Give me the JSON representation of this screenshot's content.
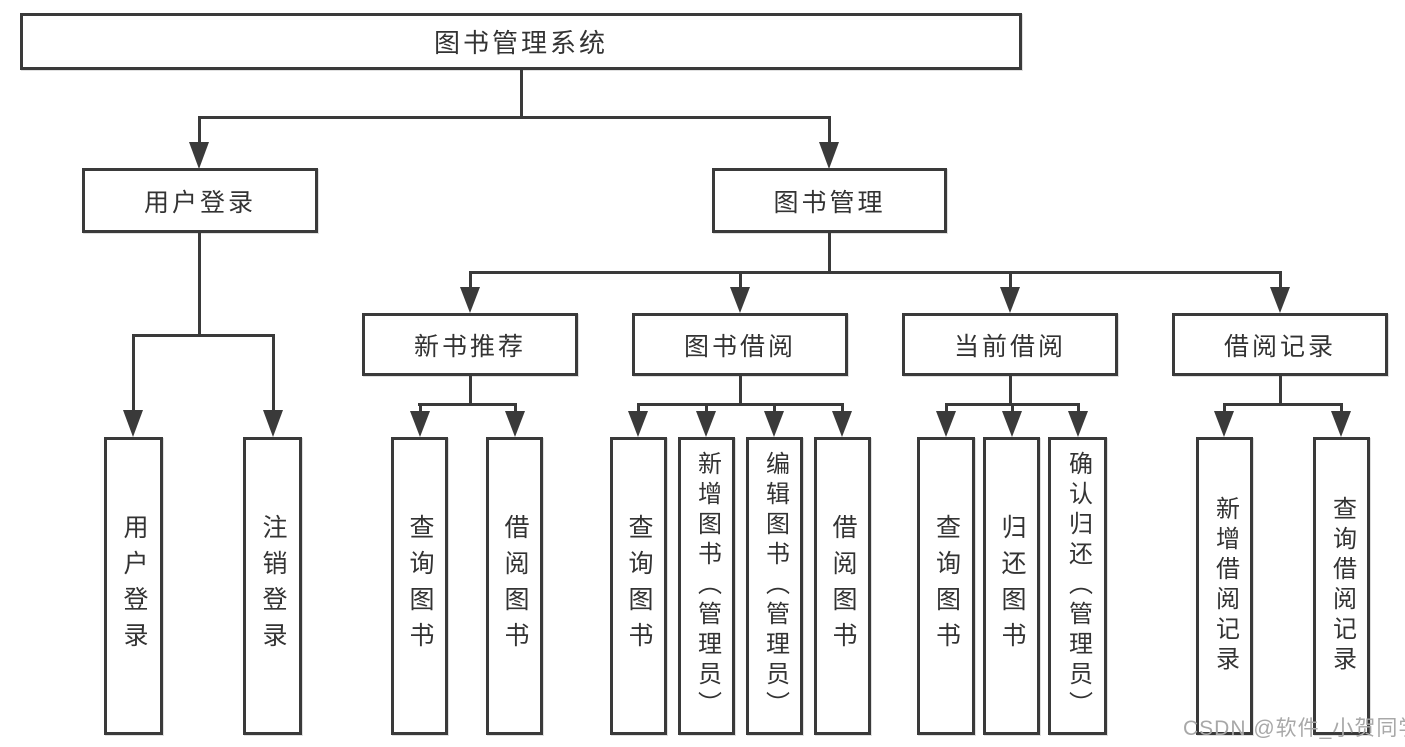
{
  "diagram": {
    "watermark": "CSDN @软件_小贺同学",
    "colors": {
      "line": "#3a3a3a",
      "text": "#333333",
      "box_background": "#ffffff",
      "watermark": "#a8a8a8"
    },
    "tree": {
      "root": {
        "label": "图书管理系统",
        "children": [
          {
            "label": "用户登录",
            "children": [
              {
                "label": "用户登录"
              },
              {
                "label": "注销登录"
              }
            ]
          },
          {
            "label": "图书管理",
            "children": [
              {
                "label": "新书推荐",
                "children": [
                  {
                    "label": "查询图书"
                  },
                  {
                    "label": "借阅图书"
                  }
                ]
              },
              {
                "label": "图书借阅",
                "children": [
                  {
                    "label": "查询图书"
                  },
                  {
                    "label": "新增图书（管理员）"
                  },
                  {
                    "label": "编辑图书（管理员）"
                  },
                  {
                    "label": "借阅图书"
                  }
                ]
              },
              {
                "label": "当前借阅",
                "children": [
                  {
                    "label": "查询图书"
                  },
                  {
                    "label": "归还图书"
                  },
                  {
                    "label": "确认归还（管理员）"
                  }
                ]
              },
              {
                "label": "借阅记录",
                "children": [
                  {
                    "label": "新增借阅记录"
                  },
                  {
                    "label": "查询借阅记录"
                  }
                ]
              }
            ]
          }
        ]
      }
    }
  }
}
